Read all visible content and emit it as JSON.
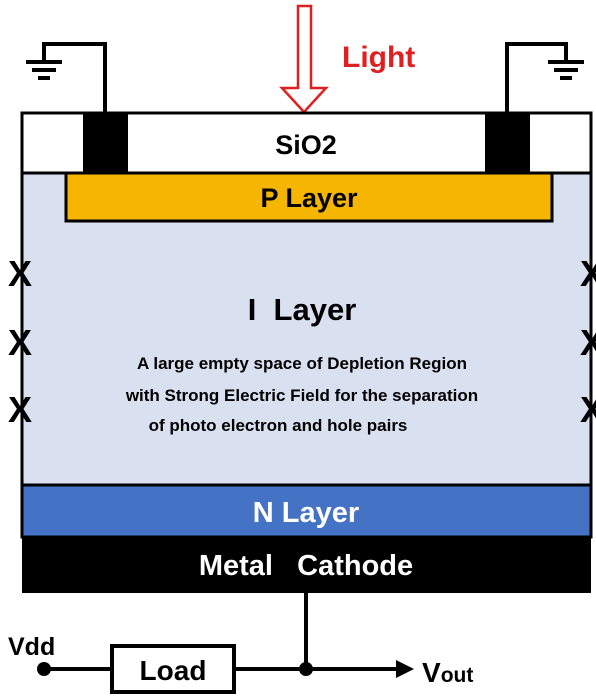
{
  "light": {
    "label": "Light",
    "color": "#e02020"
  },
  "layers": {
    "oxide": {
      "label": "SiO2"
    },
    "p": {
      "label": "P Layer",
      "color": "#f5b500"
    },
    "i": {
      "label": "I  Layer",
      "color": "#d9e1f1",
      "description": [
        "A large empty space of Depletion Region",
        "with Strong Electric Field for the separation",
        "of photo electron and hole pairs"
      ]
    },
    "n": {
      "label": "N Layer",
      "color": "#4472c4"
    },
    "cathode": {
      "label": "Metal   Cathode",
      "color": "#000000"
    }
  },
  "side_marks": {
    "glyph": "X"
  },
  "circuit": {
    "supply": "Vdd",
    "load": "Load",
    "output_main": "V",
    "output_sub": "out"
  }
}
